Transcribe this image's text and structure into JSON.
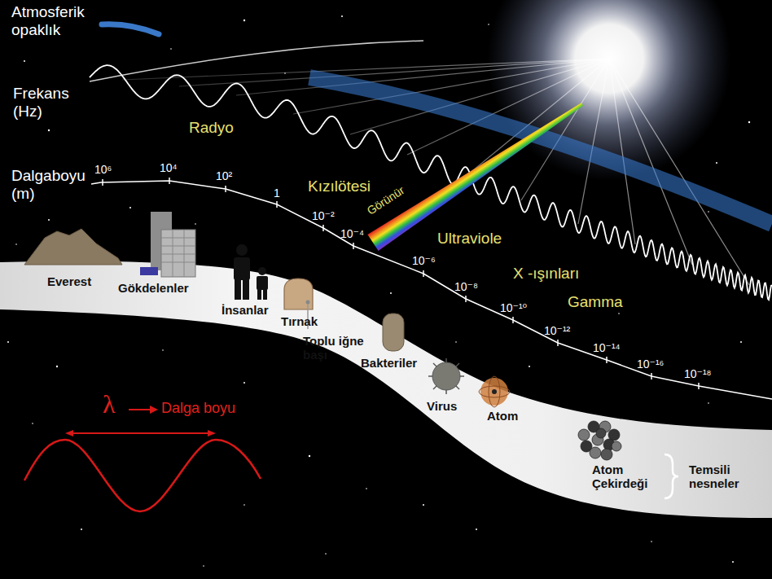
{
  "diagram": {
    "labels": [
      "Atmosferik opaklık",
      "Frekans (Hz)",
      "Radyo",
      "Dalgaboyu (m)",
      "10⁶",
      "10⁴",
      "10²",
      "Kızılötesi",
      "1",
      "10⁻²",
      "Görünür",
      "10⁻⁴",
      "Ultraviole",
      "10⁻⁶",
      "10⁻⁸",
      "X -ışınları",
      "Gamma",
      "10⁻¹⁰",
      "10⁻¹²",
      "10⁻¹⁴",
      "10⁻¹⁶",
      "10⁻¹⁸",
      "Everest",
      "Gökdelenler",
      "İnsanlar",
      "Tırnak",
      "Toplu iğne başı",
      "Bakteriler",
      "λ",
      "Dalga boyu",
      "Virus",
      "Atom",
      "Atom Çekirdeği",
      "Temsili nesneler"
    ]
  }
}
